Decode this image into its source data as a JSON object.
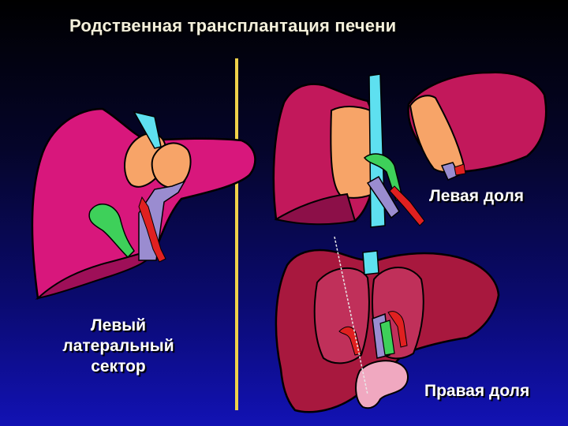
{
  "slide": {
    "title": "Родственная трансплантация печени",
    "labels": {
      "left_lateral_sector": [
        "Левый",
        "латеральный",
        "сектор"
      ],
      "left_lobe": "Левая доля",
      "right_lobe": "Правая доля"
    }
  },
  "colors": {
    "background_top": "#000000",
    "background_bottom": "#1212b4",
    "divider": "#f0d24a",
    "liver_magenta": "#d8177c",
    "liver_crimson": "#a8183e",
    "graft_orange": "#f7a468",
    "vena_cava_cyan": "#5ee0f0",
    "portal_vein_lavender": "#9a8cd0",
    "bile_duct_green": "#3ed05a",
    "artery_red": "#e02020",
    "duodenum_pink": "#f0a8c0"
  }
}
